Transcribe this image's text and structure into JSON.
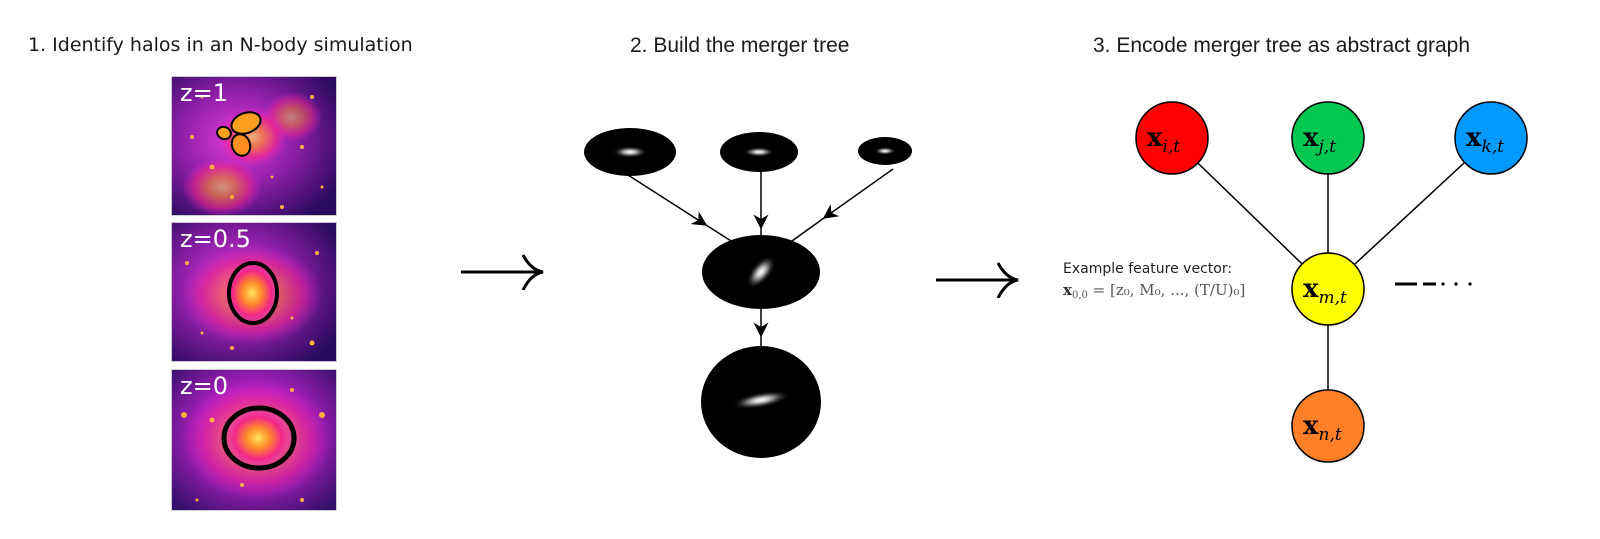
{
  "panels": {
    "step1_title": "1. Identify halos in an N-body simulation",
    "step2_title": "2. Build the merger tree",
    "step3_title": "3. Encode merger tree as abstract graph"
  },
  "snapshots": [
    {
      "label": "z=1"
    },
    {
      "label": "z=0.5"
    },
    {
      "label": "z=0"
    }
  ],
  "merger_tree": {
    "progenitors": [
      "halo-1",
      "halo-2",
      "halo-3"
    ],
    "intermediate": "halo-merged",
    "final": "halo-final"
  },
  "graph": {
    "nodes": [
      {
        "id": "i",
        "label_main": "x",
        "label_sub": "i,t",
        "color": "#ff0000"
      },
      {
        "id": "j",
        "label_main": "x",
        "label_sub": "j,t",
        "color": "#00c853"
      },
      {
        "id": "k",
        "label_main": "x",
        "label_sub": "k,t",
        "color": "#0099ff"
      },
      {
        "id": "m",
        "label_main": "x",
        "label_sub": "m,t",
        "color": "#ffff00"
      },
      {
        "id": "n",
        "label_main": "x",
        "label_sub": "n,t",
        "color": "#ff7f27"
      }
    ],
    "edges": [
      [
        "i",
        "m"
      ],
      [
        "j",
        "m"
      ],
      [
        "k",
        "m"
      ],
      [
        "m",
        "n"
      ]
    ],
    "feature_label": "Example feature vector:",
    "feature_lhs_main": "x",
    "feature_lhs_sub": "0,0",
    "feature_rhs": "= [z₀, M₀, ..., (T/U)₀]",
    "continuation": "— — · · ·"
  }
}
